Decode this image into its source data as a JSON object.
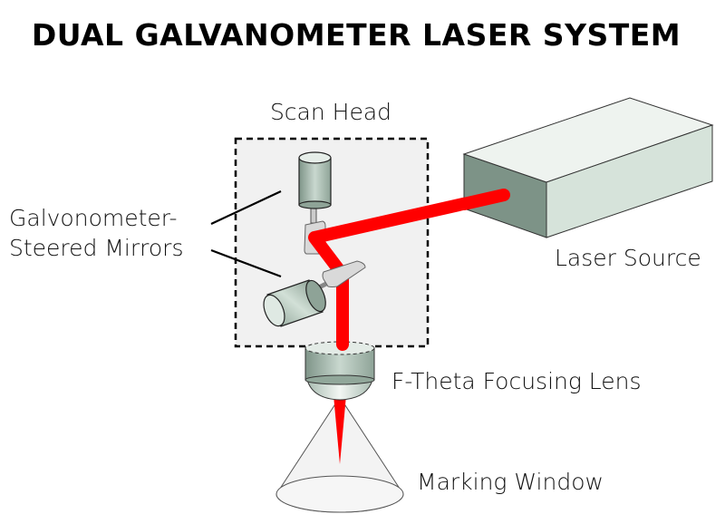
{
  "title": "DUAL GALVANOMETER LASER SYSTEM",
  "labels": {
    "scan_head": "Scan Head",
    "galvo_line1": "Galvonometer-",
    "galvo_line2": "Steered Mirrors",
    "laser_source": "Laser Source",
    "lens": "F-Theta Focusing Lens",
    "marking_window": "Marking Window"
  },
  "colors": {
    "beam": "#ff0000",
    "scan_head_fill": "#f1f1f1",
    "component": "#9fb5a8"
  }
}
